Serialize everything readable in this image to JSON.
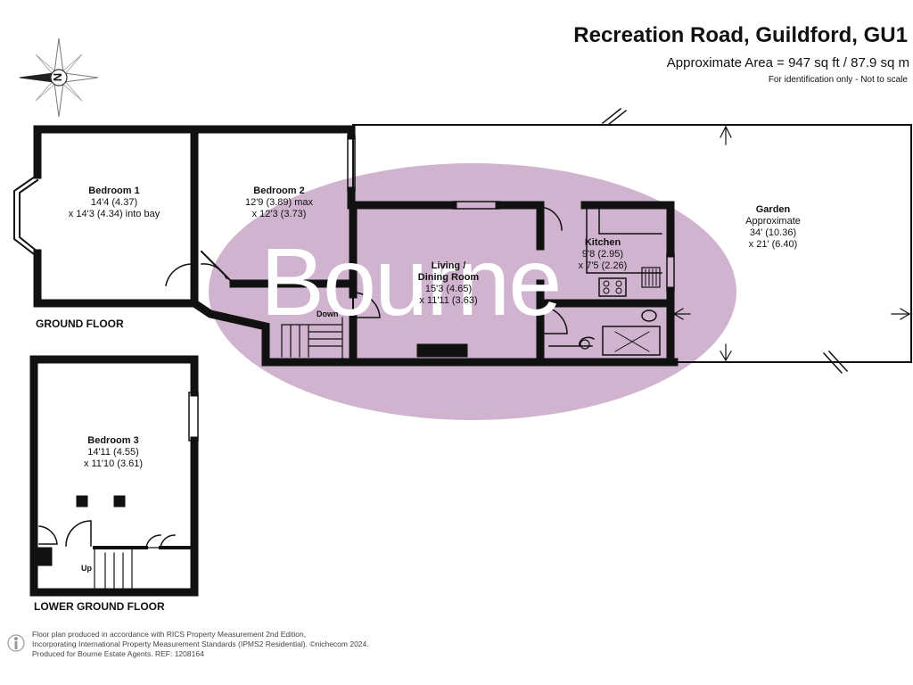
{
  "header": {
    "title": "Recreation Road, Guildford, GU1",
    "area": "Approximate Area = 947 sq ft / 87.9 sq m",
    "note": "For identification only - Not to scale"
  },
  "compass": {
    "letter": "N"
  },
  "rooms": {
    "bedroom1": {
      "name": "Bedroom 1",
      "dim1": "14'4 (4.37)",
      "dim2": "x 14'3 (4.34) into bay"
    },
    "bedroom2": {
      "name": "Bedroom 2",
      "dim1": "12'9 (3.89) max",
      "dim2": "x 12'3 (3.73)"
    },
    "living": {
      "name1": "Living /",
      "name2": "Dining Room",
      "dim1": "15'3 (4.65)",
      "dim2": "x 11'11 (3.63)"
    },
    "kitchen": {
      "name": "Kitchen",
      "dim1": "9'8 (2.95)",
      "dim2": "x 7'5 (2.26)"
    },
    "garden": {
      "name": "Garden",
      "line2": "Approximate",
      "dim1": "34' (10.36)",
      "dim2": "x 21' (6.40)"
    },
    "bedroom3": {
      "name": "Bedroom 3",
      "dim1": "14'11 (4.55)",
      "dim2": "x 11'10 (3.61)"
    }
  },
  "labels": {
    "ground_floor": "GROUND FLOOR",
    "lower_ground_floor": "LOWER GROUND FLOOR",
    "down": "Down",
    "up": "Up"
  },
  "watermark": {
    "text": "Bourne",
    "color": "#c8a6c6"
  },
  "footer": {
    "line1": "Floor plan produced in accordance with RICS Property Measurement 2nd Edition,",
    "line2": "Incorporating International Property Measurement Standards (IPMS2 Residential).  ©nichecom 2024.",
    "line3": "Produced for Bourne Estate Agents.   REF: 1208164"
  }
}
